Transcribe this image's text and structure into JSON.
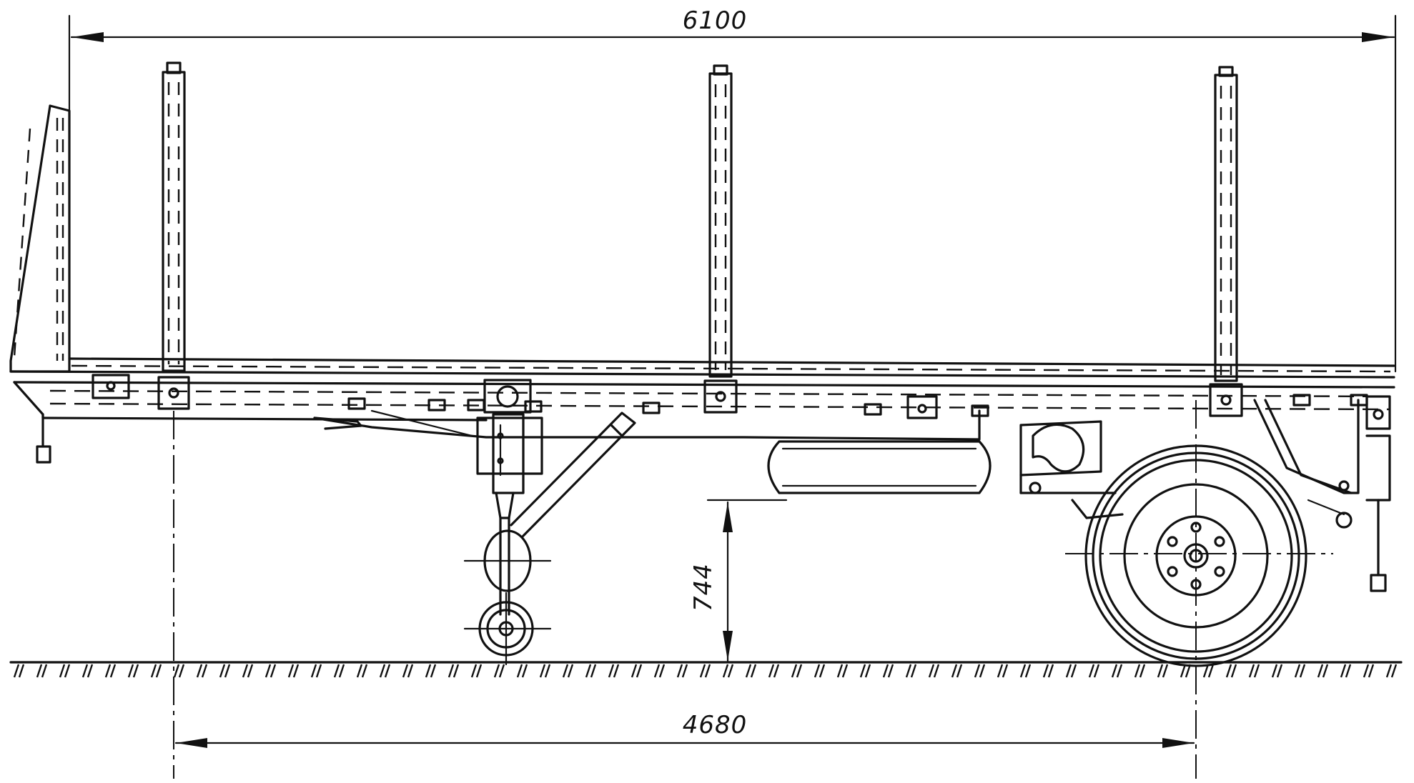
{
  "dimensions": {
    "overall_length": "6100",
    "wheelbase": "4680",
    "platform_height": "744"
  }
}
